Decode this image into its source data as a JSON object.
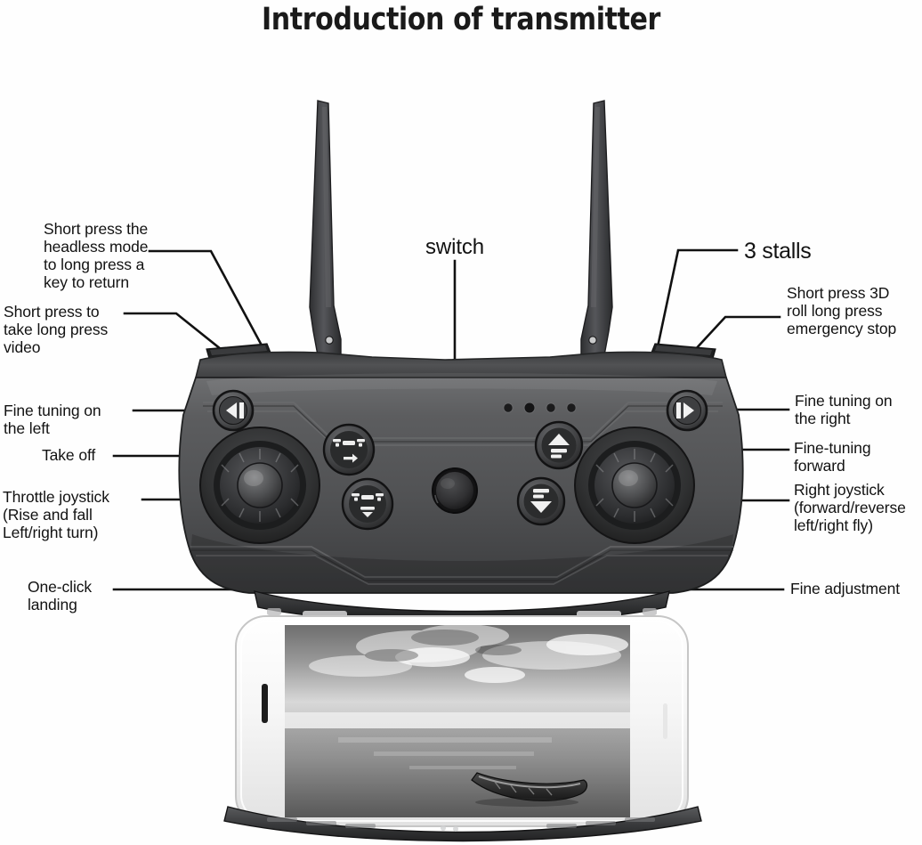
{
  "page": {
    "title": "Introduction of transmitter",
    "background_color": "#ffffff",
    "text_color": "#121212"
  },
  "device": {
    "name": "drone-remote-transmitter",
    "body_color": "#4b4b4d",
    "body_dark": "#2e2e30",
    "body_light": "#6f7072",
    "accent_color": "#1a1a1a",
    "antenna_count": 2,
    "led_indicator_count": 4
  },
  "callouts": {
    "headless_mode": {
      "label": "Short press the\nheadless mode\nto long press a\nkey to return",
      "side": "left",
      "points_to": "left-shoulder-button"
    },
    "photo_video": {
      "label": "Short press to\ntake long press\nvideo",
      "side": "left",
      "points_to": "left-shoulder-button-outer"
    },
    "fine_tuning_left": {
      "label": "Fine tuning on\n the left",
      "side": "left",
      "points_to": "left-trim-button"
    },
    "take_off": {
      "label": "Take off",
      "side": "left",
      "points_to": "take-off-button"
    },
    "throttle_joystick": {
      "label": "Throttle joystick\n(Rise and fall\nLeft/right turn)",
      "side": "left",
      "points_to": "left-joystick"
    },
    "one_click_landing": {
      "label": "One-click\nlanding",
      "side": "left",
      "points_to": "one-click-landing-button"
    },
    "switch": {
      "label": "switch",
      "side": "top",
      "points_to": "power-switch-button"
    },
    "three_stalls": {
      "label": "3 stalls",
      "side": "right",
      "points_to": "right-shoulder-button"
    },
    "roll_3d": {
      "label": "Short press 3D\nroll long press\nemergency stop",
      "side": "right",
      "points_to": "right-shoulder-button-outer"
    },
    "fine_tuning_right": {
      "label": "Fine tuning on\n the right",
      "side": "right",
      "points_to": "right-trim-button"
    },
    "fine_tuning_forward": {
      "label": "Fine-tuning\nforward",
      "side": "right",
      "points_to": "up-trim-button"
    },
    "right_joystick": {
      "label": "Right joystick\n(forward/reverse\nleft/right fly)",
      "side": "right",
      "points_to": "right-joystick"
    },
    "fine_adjustment": {
      "label": "Fine adjustment",
      "side": "right",
      "points_to": "down-trim-button"
    }
  },
  "phone": {
    "name": "mounted-smartphone",
    "orientation": "landscape",
    "frame_color": "#f2f2f2",
    "screen_content": "grayscale seascape photo with wooden boat"
  }
}
